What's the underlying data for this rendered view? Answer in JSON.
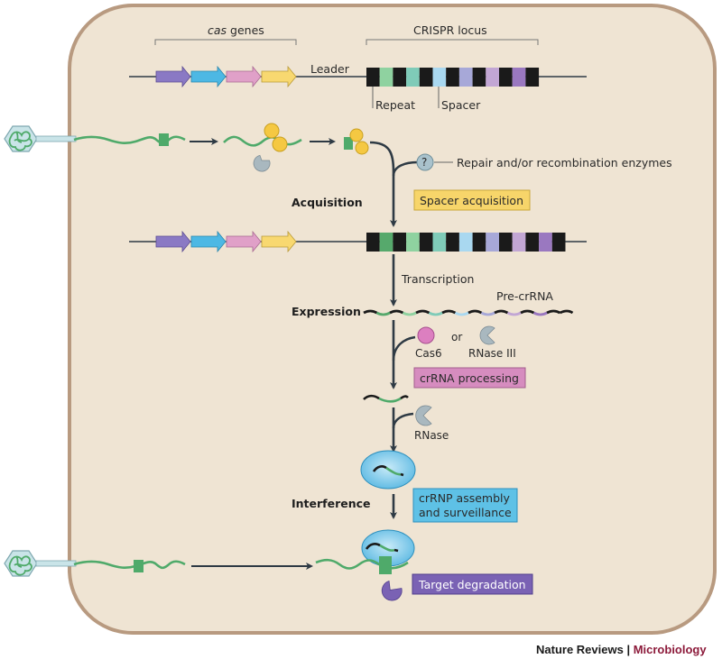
{
  "title": "CRISPR–Cas immunity overview",
  "colors": {
    "cell_fill": "#efe4d3",
    "cell_border": "#b89a80",
    "dark_line": "#2e3a44",
    "rna_green": "#4faa6a",
    "cas_purple": "#8a79c4",
    "cas_blue": "#4db8e4",
    "cas_pink": "#e0a0c8",
    "cas_yellow": "#f8d870",
    "repeat_black": "#1a1a1a",
    "spacer_colors": [
      "#8fd2a0",
      "#7fcbb8",
      "#a9d8f0",
      "#a7a8d8",
      "#c2a6d4",
      "#9a78c0"
    ],
    "spacer_colors_expanded": [
      "#56a96c",
      "#8fd2a0",
      "#7fcbb8",
      "#a9d8f0",
      "#a7a8d8",
      "#c2a6d4",
      "#9a78c0"
    ],
    "acquisition_box": "#f7d56a",
    "processing_box": "#d68cbf",
    "surveillance_box": "#5ec1e6",
    "degradation_box": "#7a62b4",
    "brand_red": "#8c1a3a"
  },
  "locus": {
    "cas_genes_label_italic": "cas",
    "cas_genes_label_rest": " genes",
    "leader_label": "Leader",
    "crispr_locus_label": "CRISPR locus",
    "repeat_label": "Repeat",
    "spacer_label": "Spacer"
  },
  "stages": {
    "acquisition": "Acquisition",
    "expression": "Expression",
    "interference": "Interference"
  },
  "labels": {
    "repair_enzymes": "Repair and/or recombination enzymes",
    "question_mark": "?",
    "transcription": "Transcription",
    "pre_crrna": "Pre-crRNA",
    "cas6": "Cas6",
    "or": "or",
    "rnase_iii": "RNase III",
    "rnase": "RNase"
  },
  "boxes": {
    "spacer_acquisition": "Spacer acquisition",
    "crrna_processing": "crRNA processing",
    "crrnp_line1": "crRNP assembly",
    "crrnp_line2": "and surveillance",
    "target_degradation": "Target degradation"
  },
  "credit": {
    "journal": "Nature Reviews",
    "separator": " | ",
    "section": "Microbiology"
  }
}
